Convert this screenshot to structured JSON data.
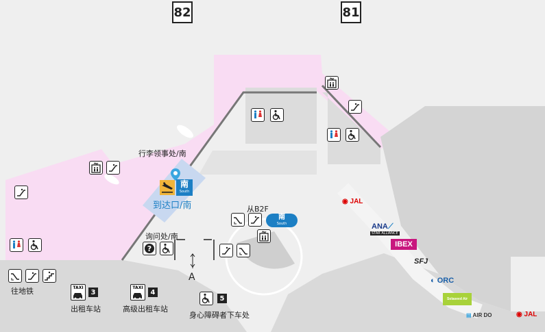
{
  "gates": [
    {
      "id": "gate-82",
      "label": "82"
    },
    {
      "id": "gate-81",
      "label": "81"
    }
  ],
  "labels": {
    "baggage_office": "行李领事处/南",
    "arrival_exit": "到达口/南",
    "from_b2f": "从B2F",
    "info_desk": "询问处/南",
    "marker_a": "A",
    "to_subway": "往地铁",
    "taxi_stand": "出租车站",
    "premium_taxi_stand": "高级出租车站",
    "accessible_dropoff": "身心障碍者下车处"
  },
  "badges": {
    "south_cn": "南",
    "south_en": "South",
    "taxi": "TAXI",
    "stop_3": "3",
    "stop_4": "4",
    "stop_5": "5"
  },
  "airlines": {
    "jal": "JAL",
    "ana": "ANA",
    "ana_sub": "STAR ALLIANCE",
    "ibex": "IBEX",
    "sfj": "SFJ",
    "orc": "ORC",
    "solaseed": "Solaseed Air",
    "airdo": "AIR DO",
    "jal2": "JAL"
  },
  "colors": {
    "corridor_pink": "#f9dcf3",
    "floor_gray": "#efefef",
    "block_gray": "#dcdcdc",
    "info_blue": "#1c7fc4",
    "pin_blue": "#3aa6e0",
    "arrival_yellow": "#f0b43a",
    "ibex_magenta": "#c8177e",
    "solaseed_green": "#a8d23a"
  }
}
